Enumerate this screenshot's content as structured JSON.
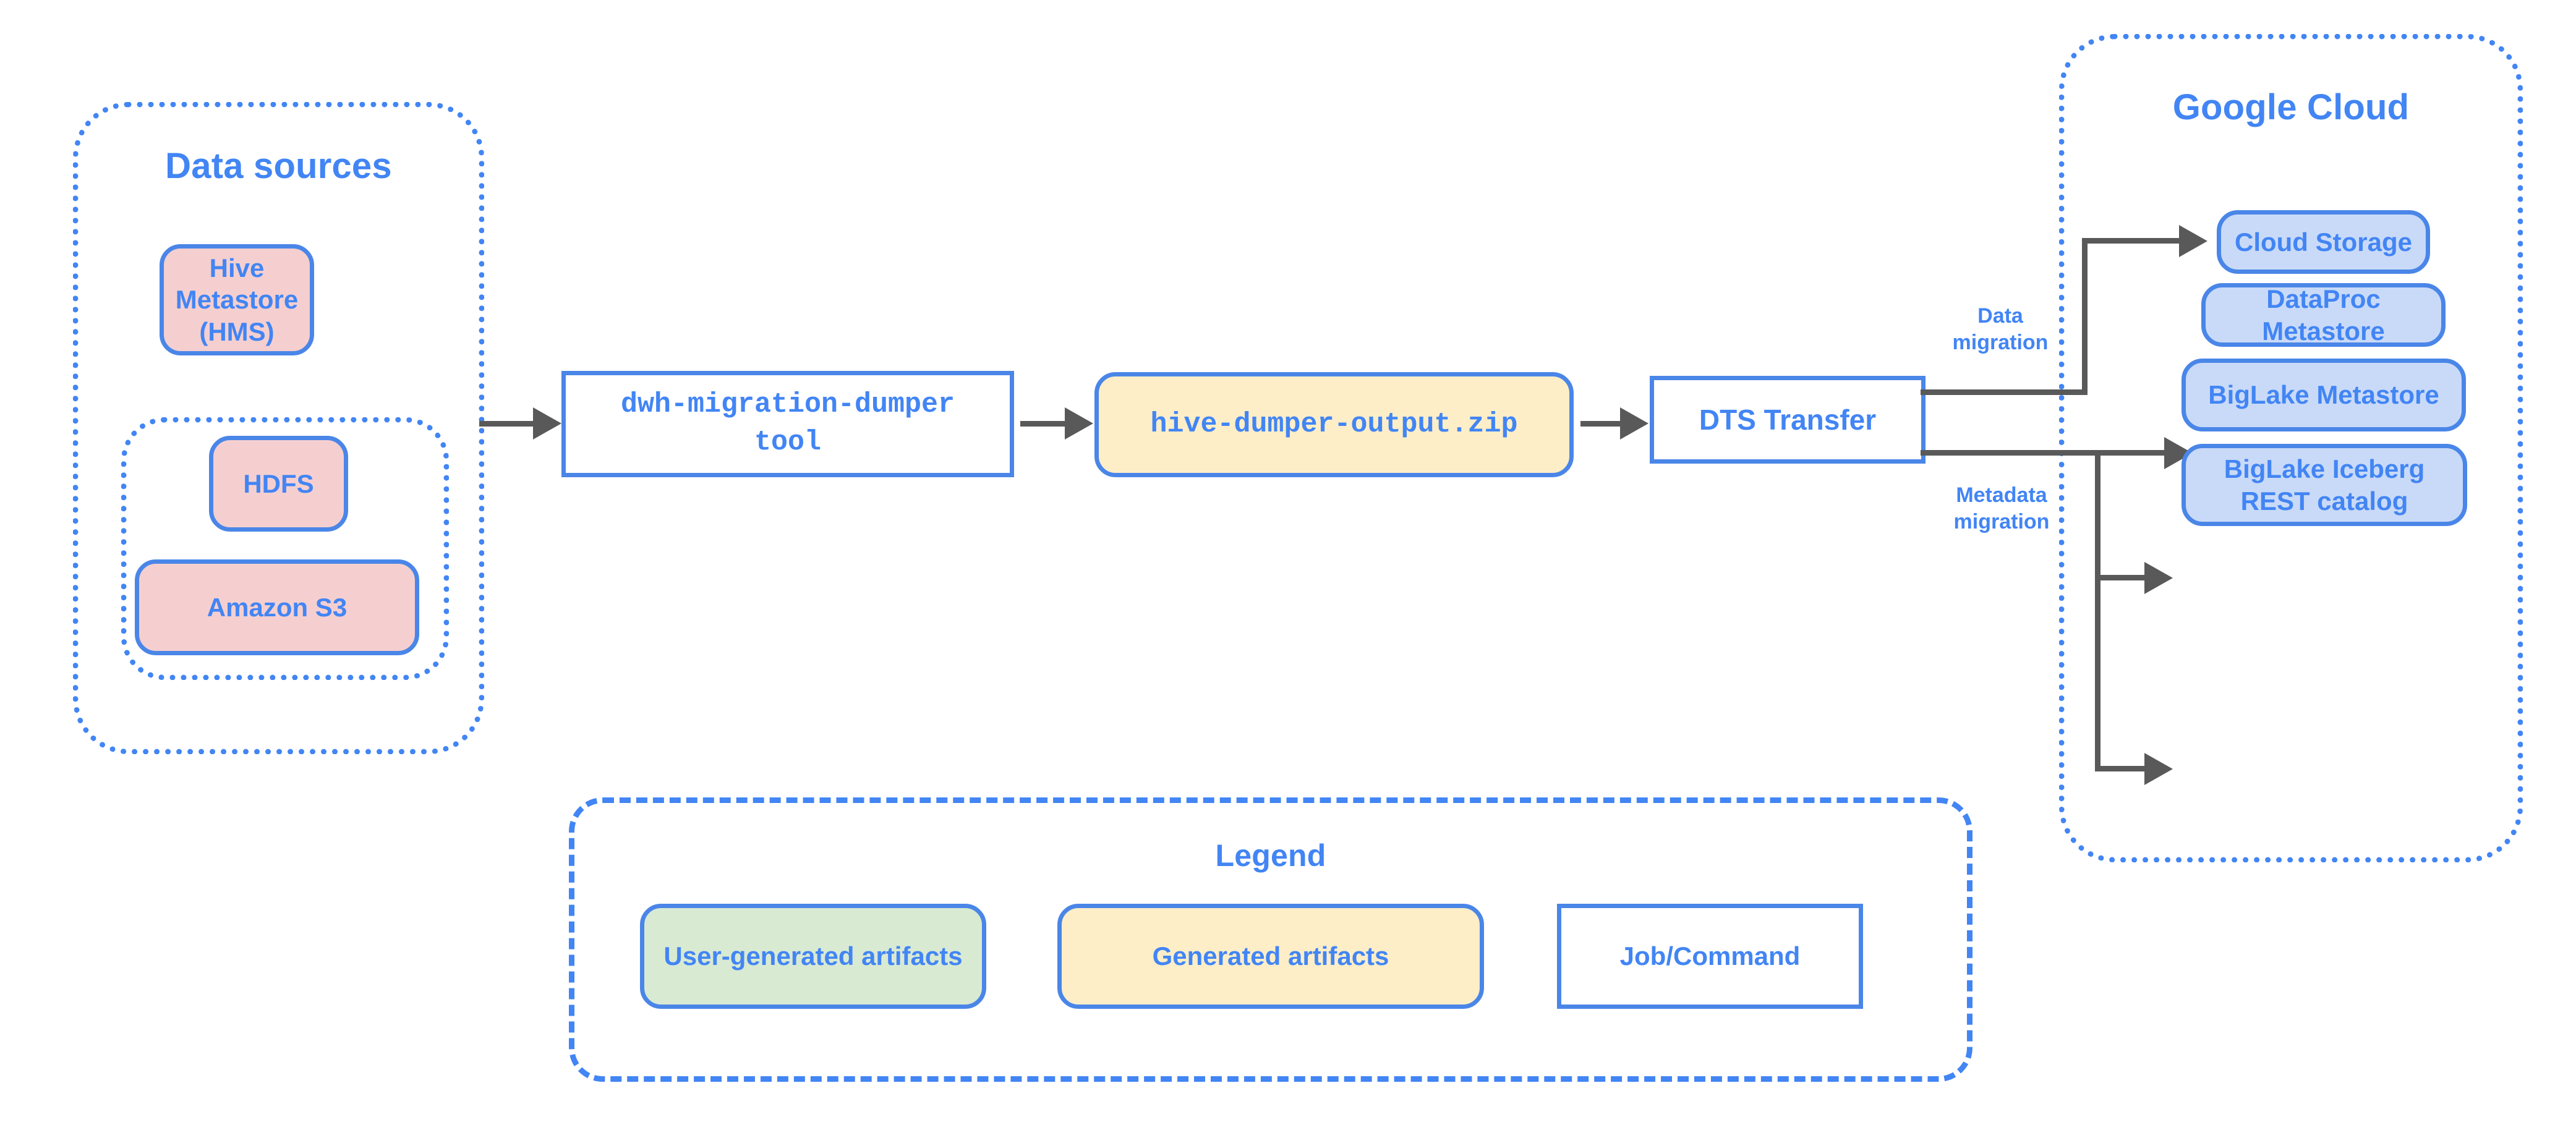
{
  "diagram": {
    "title": "Hive to Google Cloud data and metadata migration flow",
    "colors": {
      "accent_blue": "#4285f4",
      "border_blue": "#4a86e8",
      "connector_gray": "#595959",
      "pink_fill": "#f5cfcf",
      "light_blue_fill": "#c9daf8",
      "yellow_fill": "#fdeec8",
      "green_fill": "#d9ead3",
      "white_fill": "#ffffff"
    }
  },
  "data_sources": {
    "title": "Data sources",
    "hms": "Hive\nMetastore\n(HMS)",
    "hms_lines": [
      "Hive",
      "Metastore",
      "(HMS)"
    ],
    "storage_group": {
      "hdfs": "HDFS",
      "s3": "Amazon S3"
    }
  },
  "pipeline": {
    "dumper_tool": "dwh-migration-dumper tool",
    "dumper_tool_lines": [
      "dwh-migration-dumper",
      "tool"
    ],
    "output_zip": "hive-dumper-output.zip",
    "dts_transfer": "DTS Transfer"
  },
  "edges": {
    "data_migration": "Data\nmigration",
    "data_migration_lines": [
      "Data",
      "migration"
    ],
    "metadata_migration": "Metadata\nmigration",
    "metadata_migration_lines": [
      "Metadata",
      "migration"
    ]
  },
  "google_cloud": {
    "title": "Google Cloud",
    "targets": [
      {
        "label": "Cloud Storage",
        "lines": [
          "Cloud",
          "Storage"
        ]
      },
      {
        "label": "DataProc Metastore",
        "lines": [
          "DataProc",
          "Metastore"
        ]
      },
      {
        "label": "BigLake Metastore",
        "lines": [
          "BigLake",
          "Metastore"
        ]
      },
      {
        "label": "BigLake Iceberg REST catalog",
        "lines": [
          "BigLake",
          "Iceberg REST",
          "catalog"
        ]
      }
    ]
  },
  "legend": {
    "title": "Legend",
    "items": [
      {
        "label": "User-generated artifacts",
        "lines": [
          "User-generated",
          "artifacts"
        ],
        "swatch": "green"
      },
      {
        "label": "Generated artifacts",
        "lines": [
          "Generated artifacts"
        ],
        "swatch": "yellow"
      },
      {
        "label": "Job/Command",
        "lines": [
          "Job/Command"
        ],
        "swatch": "white"
      }
    ]
  }
}
